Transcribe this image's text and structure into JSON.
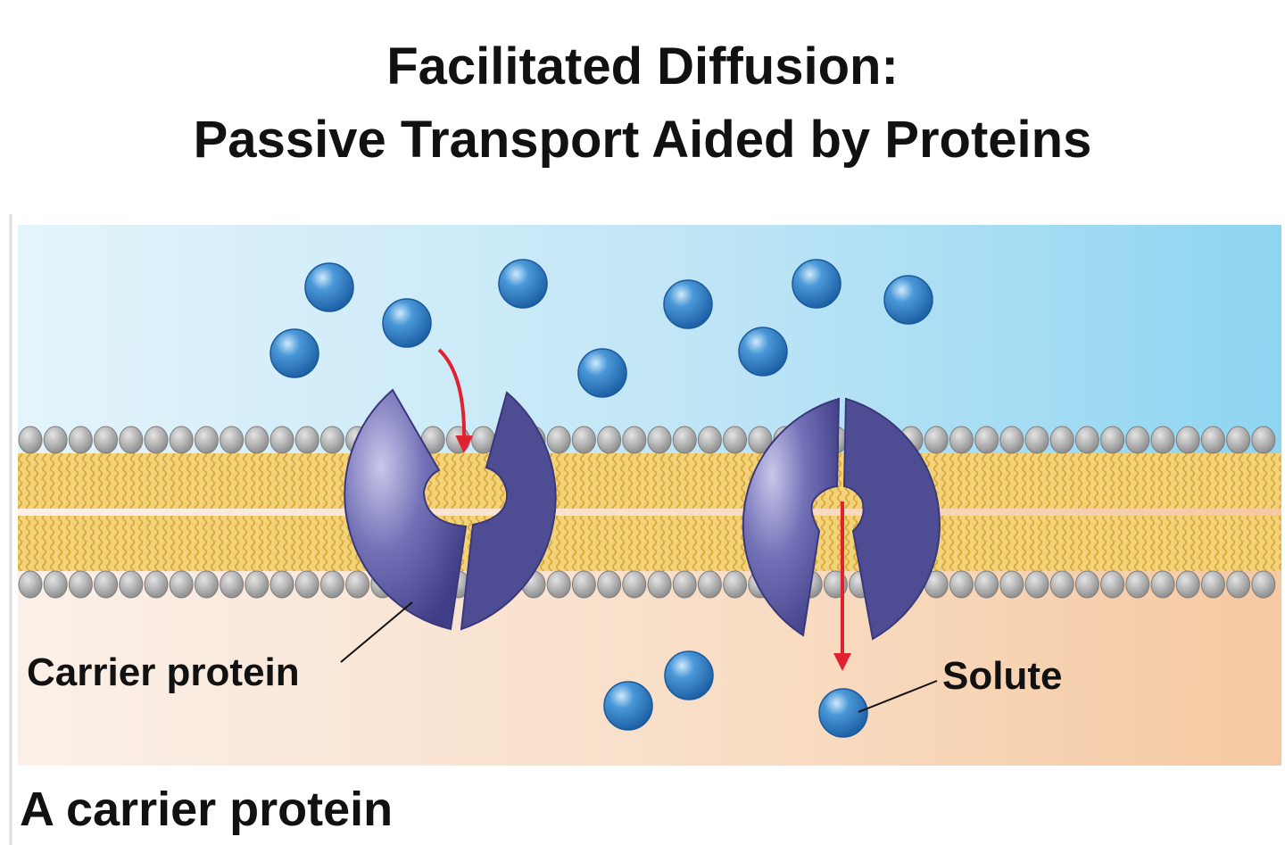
{
  "title": {
    "line1": "Facilitated Diffusion:",
    "line2": "Passive Transport Aided by Proteins"
  },
  "labels": {
    "carrier_protein": "Carrier protein",
    "solute": "Solute"
  },
  "caption": "A carrier protein",
  "colors": {
    "extracellular_top": "#c8ecf8",
    "intracellular_bottom": "#f7d6b8",
    "lipid_head": "#9a9a9a",
    "lipid_tail": "#e3b84c",
    "protein": "#5d5b9e",
    "solute": "#2c7cc4",
    "arrow": "#e0222e"
  }
}
